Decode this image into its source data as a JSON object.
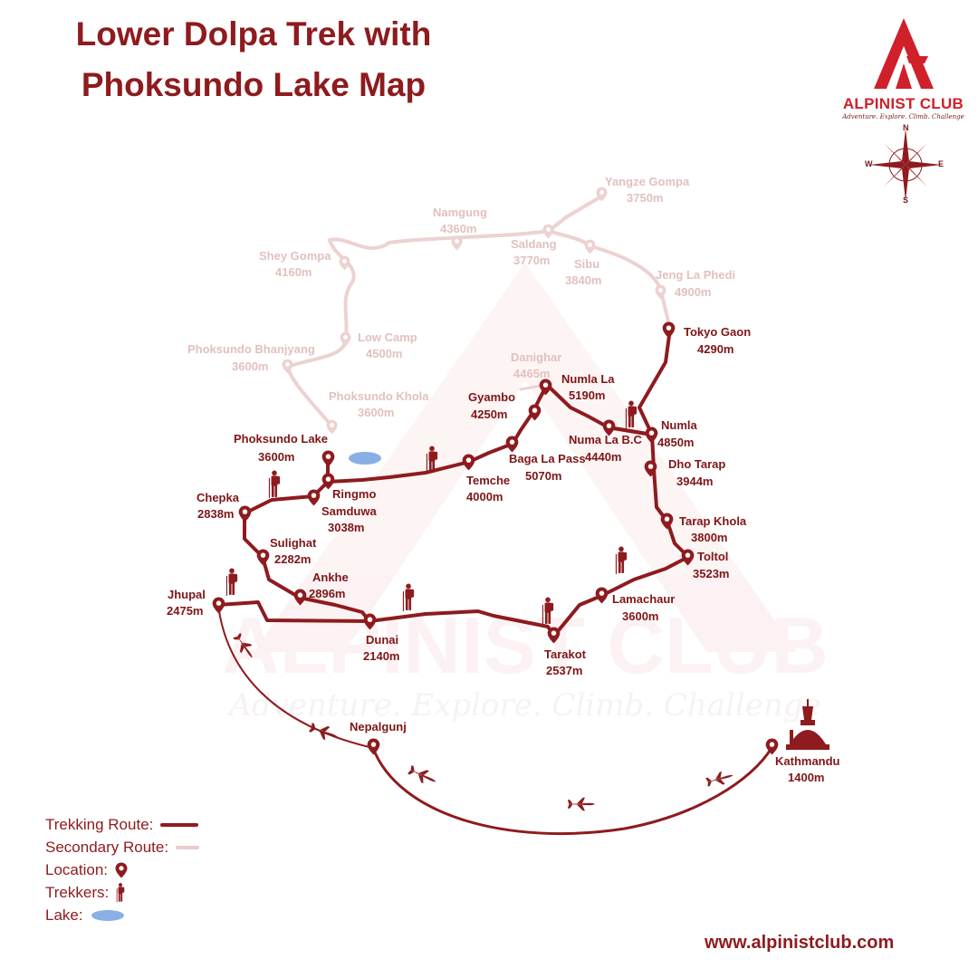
{
  "title": {
    "line1": "Lower Dolpa Trek with",
    "line2": "Phoksundo Lake Map"
  },
  "brand": {
    "name": "ALPINIST CLUB",
    "tagline": "Adventure. Explore. Climb. Challenge",
    "website": "www.alpinistclub.com",
    "watermark_name": "ALPINIST CLUB",
    "watermark_tagline": "Adventure. Explore. Climb. Challenge"
  },
  "compass": {
    "n": "N",
    "s": "S",
    "e": "E",
    "w": "W"
  },
  "colors": {
    "main_route": "#8e1b1e",
    "secondary_route": "#ecd2d1",
    "lake": "#8aaee6",
    "brand_red": "#d0202a"
  },
  "locations": [
    {
      "name": "Yangze Gompa",
      "alt": "3750m",
      "route": "secondary"
    },
    {
      "name": "Namgung",
      "alt": "4360m",
      "route": "secondary"
    },
    {
      "name": "Saldang",
      "alt": "3770m",
      "route": "secondary"
    },
    {
      "name": "Sibu",
      "alt": "3840m",
      "route": "secondary"
    },
    {
      "name": "Shey Gompa",
      "alt": "4160m",
      "route": "secondary"
    },
    {
      "name": "Jeng La Phedi",
      "alt": "4900m",
      "route": "secondary"
    },
    {
      "name": "Low Camp",
      "alt": "4500m",
      "route": "secondary"
    },
    {
      "name": "Phoksundo Bhanjyang",
      "alt": "3600m",
      "route": "secondary"
    },
    {
      "name": "Danighar",
      "alt": "4465m",
      "route": "secondary"
    },
    {
      "name": "Phoksundo Khola",
      "alt": "3600m",
      "route": "secondary"
    },
    {
      "name": "Tokyo Gaon",
      "alt": "4290m",
      "route": "main"
    },
    {
      "name": "Numla La",
      "alt": "5190m",
      "route": "main"
    },
    {
      "name": "Gyambo",
      "alt": "4250m",
      "route": "main"
    },
    {
      "name": "Numla",
      "alt": "4850m",
      "route": "main"
    },
    {
      "name": "Numa La B.C",
      "alt": "4440m",
      "route": "main"
    },
    {
      "name": "Phoksundo Lake",
      "alt": "3600m",
      "route": "main"
    },
    {
      "name": "Baga La Pass",
      "alt": "5070m",
      "route": "main"
    },
    {
      "name": "Dho Tarap",
      "alt": "3944m",
      "route": "main"
    },
    {
      "name": "Temche",
      "alt": "4000m",
      "route": "main"
    },
    {
      "name": "Ringmo",
      "alt": "",
      "route": "main"
    },
    {
      "name": "Samduwa",
      "alt": "3038m",
      "route": "main"
    },
    {
      "name": "Chepka",
      "alt": "2838m",
      "route": "main"
    },
    {
      "name": "Tarap Khola",
      "alt": "3800m",
      "route": "main"
    },
    {
      "name": "Sulighat",
      "alt": "2282m",
      "route": "main"
    },
    {
      "name": "Toltol",
      "alt": "3523m",
      "route": "main"
    },
    {
      "name": "Ankhe",
      "alt": "2896m",
      "route": "main"
    },
    {
      "name": "Jhupal",
      "alt": "2475m",
      "route": "main"
    },
    {
      "name": "Lamachaur",
      "alt": "3600m",
      "route": "main"
    },
    {
      "name": "Dunai",
      "alt": "2140m",
      "route": "main"
    },
    {
      "name": "Tarakot",
      "alt": "2537m",
      "route": "main"
    },
    {
      "name": "Nepalgunj",
      "alt": "",
      "route": "main"
    },
    {
      "name": "Kathmandu",
      "alt": "1400m",
      "route": "main"
    }
  ],
  "legend": {
    "trekking_route": "Trekking Route:",
    "secondary_route": "Secondary Route:",
    "location": "Location:",
    "trekkers": "Trekkers:",
    "lake": "Lake:"
  }
}
